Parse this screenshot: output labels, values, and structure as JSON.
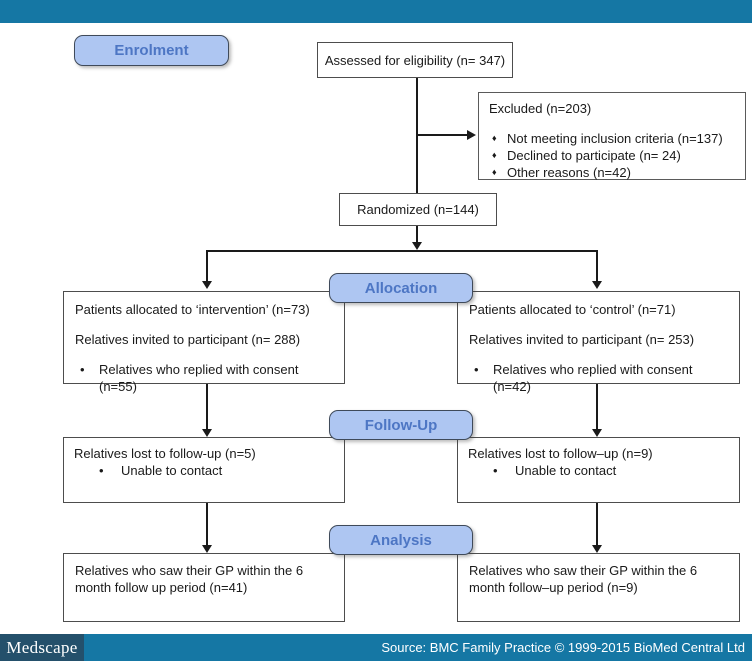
{
  "colors": {
    "brand_bar": "#1577A4",
    "logo_background": "#24506B",
    "pill_fill": "#AEC6F2",
    "pill_text": "#4D76C4",
    "box_border": "#4d4d4d",
    "line_color": "#1a1a1a"
  },
  "stages": {
    "enrolment": "Enrolment",
    "allocation": "Allocation",
    "follow_up": "Follow-Up",
    "analysis": "Analysis"
  },
  "flow": {
    "assessed": "Assessed for eligibility (n= 347)",
    "excluded": {
      "title": "Excluded (n=203)",
      "bullet_glyph": "♦",
      "items": [
        "Not meeting inclusion criteria (n=137)",
        "Declined to participate (n= 24)",
        "Other reasons (n=42)"
      ]
    },
    "randomized": "Randomized (n=144)",
    "intervention": {
      "line1": "Patients allocated to ‘intervention’ (n=73)",
      "line2": "Relatives invited to participant (n= 288)",
      "bullet_glyph": "•",
      "bullet": "Relatives who replied with consent (n=55)"
    },
    "control": {
      "line1": "Patients allocated to ‘control’ (n=71)",
      "line2": "Relatives invited to participant (n= 253)",
      "bullet_glyph": "•",
      "bullet": "Relatives who replied with consent (n=42)"
    },
    "followup_intervention": {
      "line1": "Relatives lost to follow-up (n=5)",
      "bullet_glyph": "•",
      "bullet": "Unable to contact"
    },
    "followup_control": {
      "line1": "Relatives lost to follow–up (n=9)",
      "bullet_glyph": "•",
      "bullet": "Unable to contact"
    },
    "analysis_intervention": "Relatives who saw their GP within the 6 month follow up period (n=41)",
    "analysis_control": "Relatives who saw their GP within the 6 month follow–up period (n=9)"
  },
  "footer": {
    "logo": "Medscape",
    "source": "Source: BMC Family Practice © 1999-2015 BioMed Central Ltd"
  }
}
